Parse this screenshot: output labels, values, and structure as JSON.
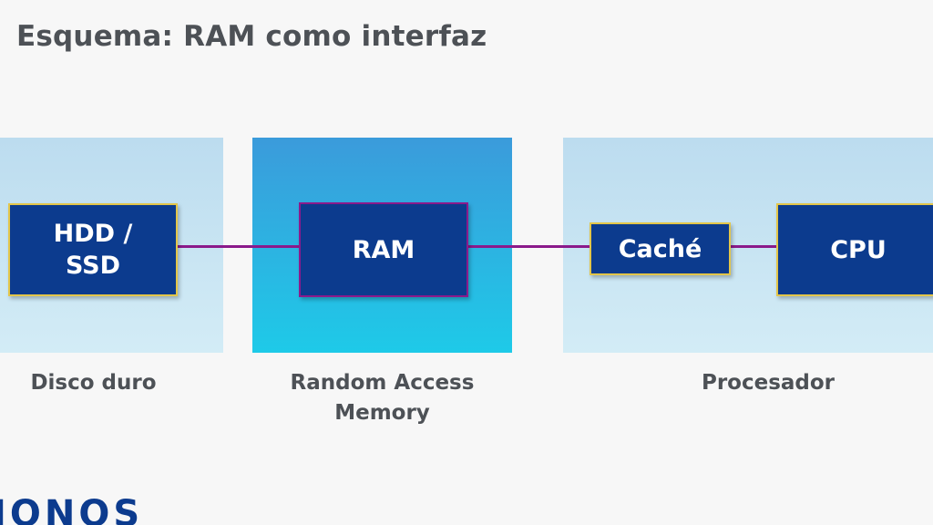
{
  "title": "Esquema: RAM como interfaz",
  "nodes": {
    "hdd": {
      "line1": "HDD /",
      "line2": "SSD"
    },
    "ram": {
      "label": "RAM"
    },
    "cache": {
      "label": "Caché"
    },
    "cpu": {
      "label": "CPU"
    }
  },
  "groups": {
    "disk": {
      "caption": "Disco duro"
    },
    "memory": {
      "caption_line1": "Random Access",
      "caption_line2": "Memory"
    },
    "processor": {
      "caption": "Procesador"
    }
  },
  "logo": "IONOS",
  "colors": {
    "box_fill": "#0c3b8e",
    "box_border_gold": "#e3c64a",
    "connector": "#8b1a8b",
    "panel_light": "#bcdcef",
    "panel_ram_top": "#3b9bdb",
    "panel_ram_bottom": "#1ecae8",
    "text_gray": "#4d5156"
  }
}
